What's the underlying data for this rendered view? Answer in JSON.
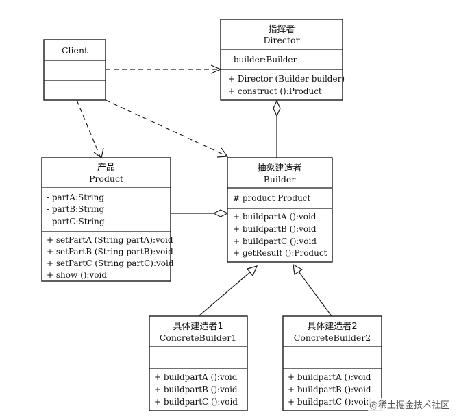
{
  "classes": {
    "client": {
      "name": "Client",
      "attributes": [],
      "methods": []
    },
    "director": {
      "name_cn": "指挥者",
      "name": "Director",
      "attributes": [
        "- builder:Builder"
      ],
      "methods": [
        "+ Director (Builder builder)",
        "+ construct ():Product"
      ]
    },
    "product": {
      "name_cn": "产品",
      "name": "Product",
      "attributes": [
        "- partA:String",
        "- partB:String",
        "- partC:String"
      ],
      "methods": [
        "+ setPartA (String partA):void",
        "+ setPartB (String partB):void",
        "+ setPartC (String partC):void",
        "+ show ():void"
      ]
    },
    "builder": {
      "name_cn": "抽象建造者",
      "name": "Builder",
      "attributes": [
        "# product Product"
      ],
      "methods": [
        "+ buildpartA ():void",
        "+ buildpartB ():void",
        "+ buildpartC ():void",
        "+ getResult ():Product"
      ]
    },
    "concrete1": {
      "name_cn": "具体建造者1",
      "name": "ConcreteBuilder1",
      "attributes": [],
      "methods": [
        "+ buildpartA ():void",
        "+ buildpartB ():void",
        "+ buildpartC ():void"
      ]
    },
    "concrete2": {
      "name_cn": "具体建造者2",
      "name": "ConcreteBuilder2",
      "attributes": [],
      "methods": [
        "+ buildpartA ():void",
        "+ buildpartB ():void",
        "+ buildpartC ():void"
      ]
    }
  },
  "relationships": [
    {
      "type": "dependency",
      "from": "Client",
      "to": "Director"
    },
    {
      "type": "dependency",
      "from": "Client",
      "to": "Product"
    },
    {
      "type": "dependency",
      "from": "Client",
      "to": "Builder"
    },
    {
      "type": "aggregation",
      "whole": "Director",
      "part": "Builder"
    },
    {
      "type": "aggregation",
      "whole": "Builder",
      "part": "Product"
    },
    {
      "type": "generalization",
      "child": "ConcreteBuilder1",
      "parent": "Builder"
    },
    {
      "type": "generalization",
      "child": "ConcreteBuilder2",
      "parent": "Builder"
    }
  ],
  "watermark": "@稀土掘金技术社区"
}
